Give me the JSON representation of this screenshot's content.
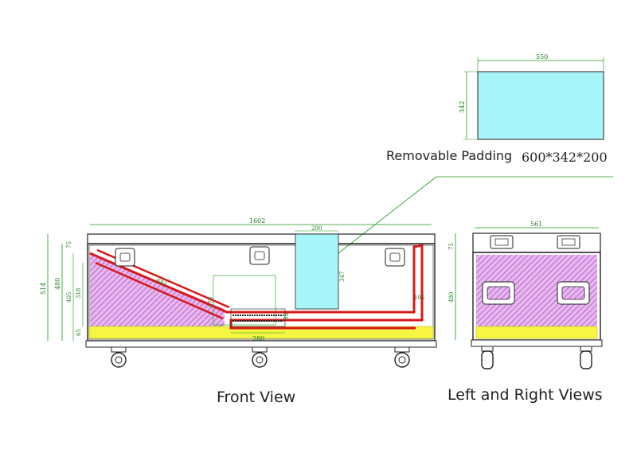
{
  "captions": {
    "front_view": "Front View",
    "side_views": "Left and Right Views",
    "padding_label": "Removable Padding",
    "padding_dims": "600*342*200"
  },
  "dimensions": {
    "pad_width": "550",
    "pad_height": "342",
    "front_length": "1602",
    "front_slot_width": "200",
    "front_slot_height": "347",
    "front_total_height": "514",
    "front_inner_height": "480",
    "front_height_405": "405",
    "front_height_318": "318",
    "front_top_75": "75",
    "front_bottom_65": "65",
    "front_diagonal": "682",
    "front_vertical_173": "173",
    "front_small_88": "88",
    "front_base_280": "280",
    "front_right_105": "105",
    "side_width": "561",
    "side_top_75": "75",
    "side_height_480": "480"
  },
  "colors": {
    "outline": "#222222",
    "dimension": "#1a9a1a",
    "padding_fill": "#a8f5f9",
    "hatch": "#c46bd6",
    "yellow_band": "#f5f542",
    "red_profile": "#d81818"
  }
}
